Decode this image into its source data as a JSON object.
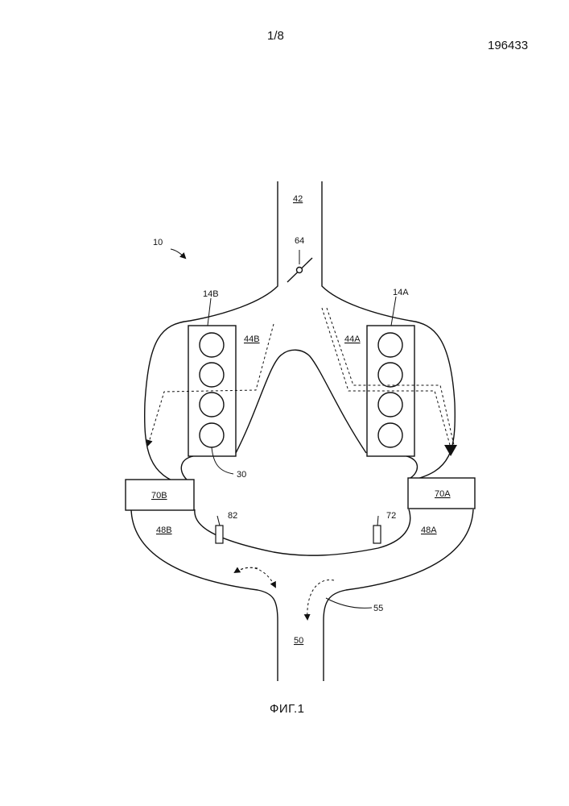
{
  "header": {
    "page": "1/8",
    "doc_number": "196433"
  },
  "caption": "ФИГ.1",
  "labels": {
    "system": "10",
    "intake": "42",
    "throttle": "64",
    "bank_b": "14B",
    "bank_a": "14A",
    "manifold_b": "44B",
    "manifold_a": "44A",
    "cylinder": "30",
    "catalyst_b": "70B",
    "catalyst_a": "70A",
    "sensor_b": "82",
    "sensor_a": "72",
    "exhaust_b": "48B",
    "exhaust_a": "48A",
    "junction": "55",
    "outlet": "50"
  }
}
